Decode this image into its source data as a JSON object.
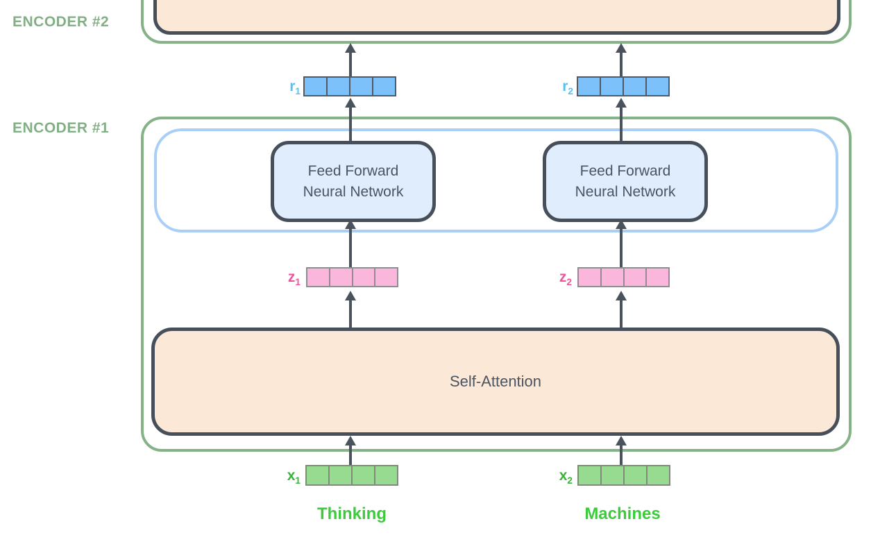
{
  "diagram": {
    "encoder2_label": "ENCODER #2",
    "encoder1_label": "ENCODER #1",
    "ffnn_line1": "Feed Forward",
    "ffnn_line2": "Neural Network",
    "self_attention_label": "Self-Attention",
    "tokens": {
      "token1": "Thinking",
      "token2": "Machines"
    },
    "vectors": {
      "r1": {
        "base": "r",
        "sub": "1",
        "segments": 4
      },
      "r2": {
        "base": "r",
        "sub": "2",
        "segments": 4
      },
      "z1": {
        "base": "z",
        "sub": "1",
        "segments": 4
      },
      "z2": {
        "base": "z",
        "sub": "2",
        "segments": 4
      },
      "x1": {
        "base": "x",
        "sub": "1",
        "segments": 4
      },
      "x2": {
        "base": "x",
        "sub": "2",
        "segments": 4
      }
    },
    "colors": {
      "encoder_border_green": "#85B287",
      "encoder_label_green": "#82AF85",
      "token_green": "#3DCB3D",
      "x_vector_fill": "#96DB8F",
      "x_label_green": "#38B438",
      "r_vector_fill": "#7DC1FA",
      "r_label_blue": "#57BFF3",
      "z_vector_fill": "#FBB6DC",
      "z_label_pink": "#F0549C",
      "attention_fill": "#FCE8D6",
      "ffnn_fill": "#E0EDFC",
      "inner_container_blue": "#A9CFF7",
      "box_border_dark": "#474F5B",
      "arrow_dark": "#4A525C",
      "text_dark": "#4A5463"
    }
  }
}
